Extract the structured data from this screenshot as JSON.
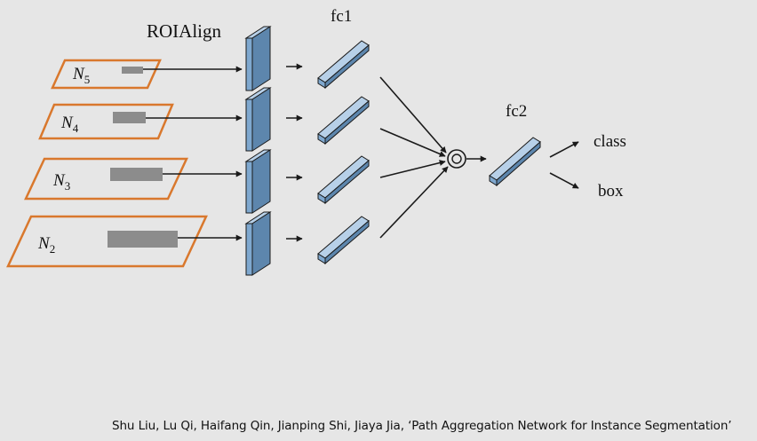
{
  "labels": {
    "roialign": "ROIAlign",
    "fc1": "fc1",
    "fc2": "fc2",
    "class": "class",
    "box": "box"
  },
  "levels": [
    {
      "letter": "N",
      "sub": "5"
    },
    {
      "letter": "N",
      "sub": "4"
    },
    {
      "letter": "N",
      "sub": "3"
    },
    {
      "letter": "N",
      "sub": "2"
    }
  ],
  "citation": "Shu Liu, Lu Qi, Haifang Qin, Jianping Shi, Jiaya Jia, ‘Path Aggregation Network for Instance Segmentation’",
  "colors": {
    "background": "#e6e6e6",
    "feature_map_border": "#d9782d",
    "roi_fill": "#8c8c8c",
    "block_front": "#7fa8cf",
    "block_top": "#b7d0e8",
    "block_side": "#5d86ad",
    "stroke": "#1a1a1a"
  }
}
